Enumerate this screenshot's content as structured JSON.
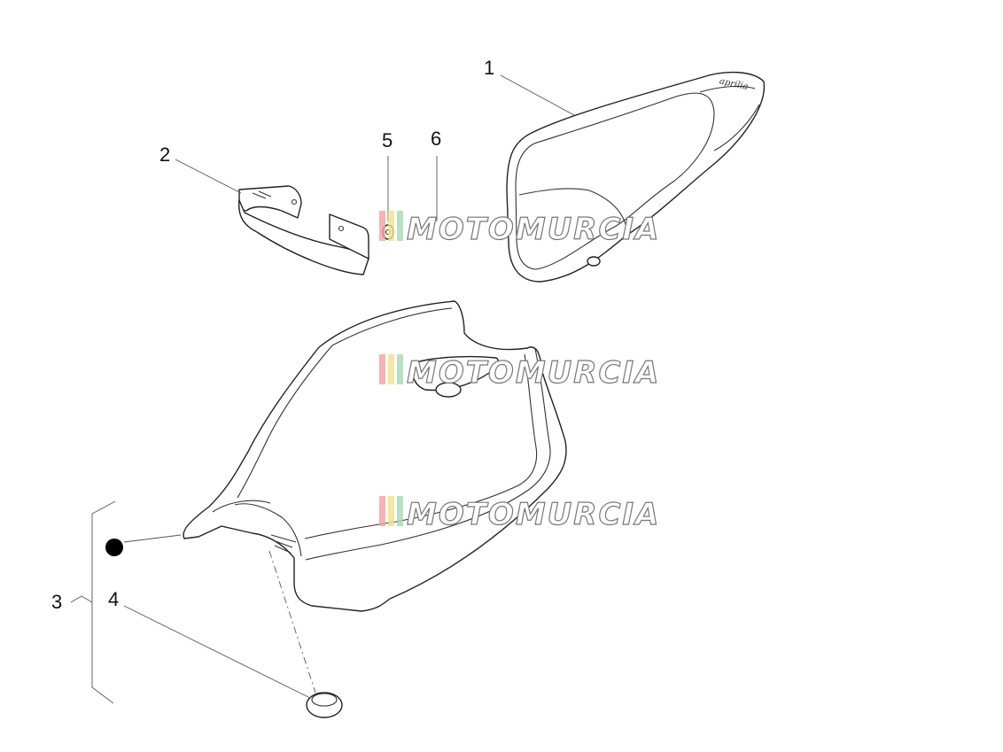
{
  "callouts": {
    "c1": "1",
    "c2": "2",
    "c3": "3",
    "c4": "4",
    "c5": "5",
    "c6": "6"
  },
  "watermark": {
    "text": "MOTOMURCIA",
    "stripe_colors": [
      "#f2a0a0",
      "#f3e08a",
      "#a8d8b0"
    ]
  },
  "seat_badge_text": "aprilia"
}
